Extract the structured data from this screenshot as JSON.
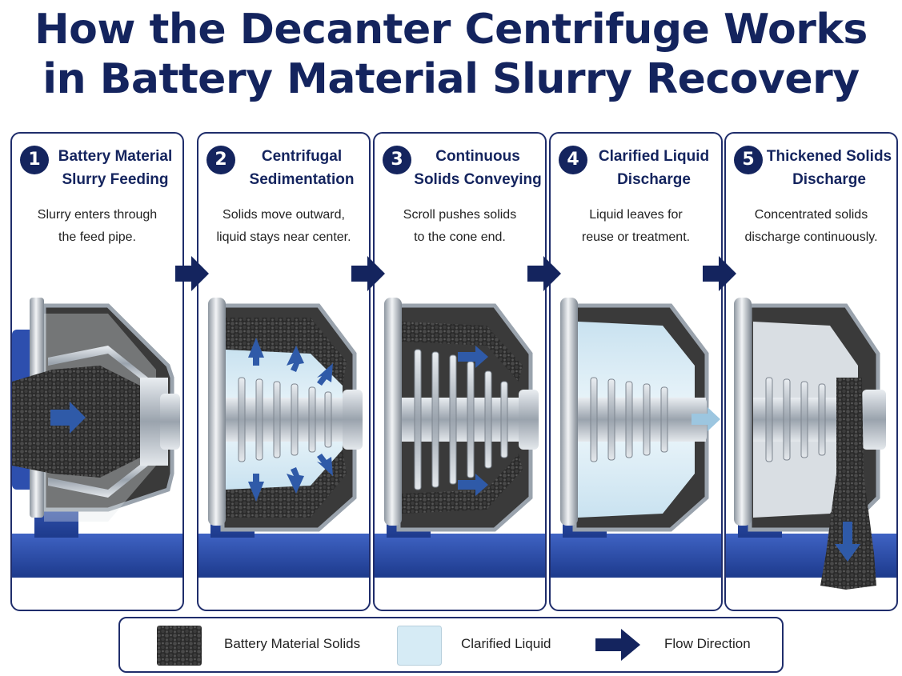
{
  "title": {
    "line1": "How the Decanter Centrifuge Works",
    "line2": "in Battery Material Slurry Recovery"
  },
  "steps": [
    {
      "number": "1",
      "title": [
        "Battery Material",
        "Slurry Feeding"
      ],
      "description": [
        "Slurry enters through",
        "the feed pipe."
      ]
    },
    {
      "number": "2",
      "title": [
        "Centrifugal",
        "Sedimentation"
      ],
      "description": [
        "Solids move outward,",
        "liquid stays near center."
      ]
    },
    {
      "number": "3",
      "title": [
        "Continuous",
        "Solids Conveying"
      ],
      "description": [
        "Scroll pushes solids",
        "to the cone end."
      ]
    },
    {
      "number": "4",
      "title": [
        "Clarified Liquid",
        "Discharge"
      ],
      "description": [
        "Liquid leaves for",
        "reuse or treatment."
      ]
    },
    {
      "number": "5",
      "title": [
        "Thickened Solids",
        "Discharge"
      ],
      "description": [
        "Concentrated solids",
        "discharge continuously."
      ]
    }
  ],
  "legend": {
    "solids": "Battery Material Solids",
    "liquid": "Clarified Liquid",
    "flow": "Flow Direction"
  },
  "colors": {
    "navy": "#14245e",
    "frame_blue": "#2b4aa0",
    "steel": "#b9c0c8",
    "solids": "#2a2a2a",
    "liquid": "#d6ebf5",
    "arrow": "#2f5aa8"
  }
}
